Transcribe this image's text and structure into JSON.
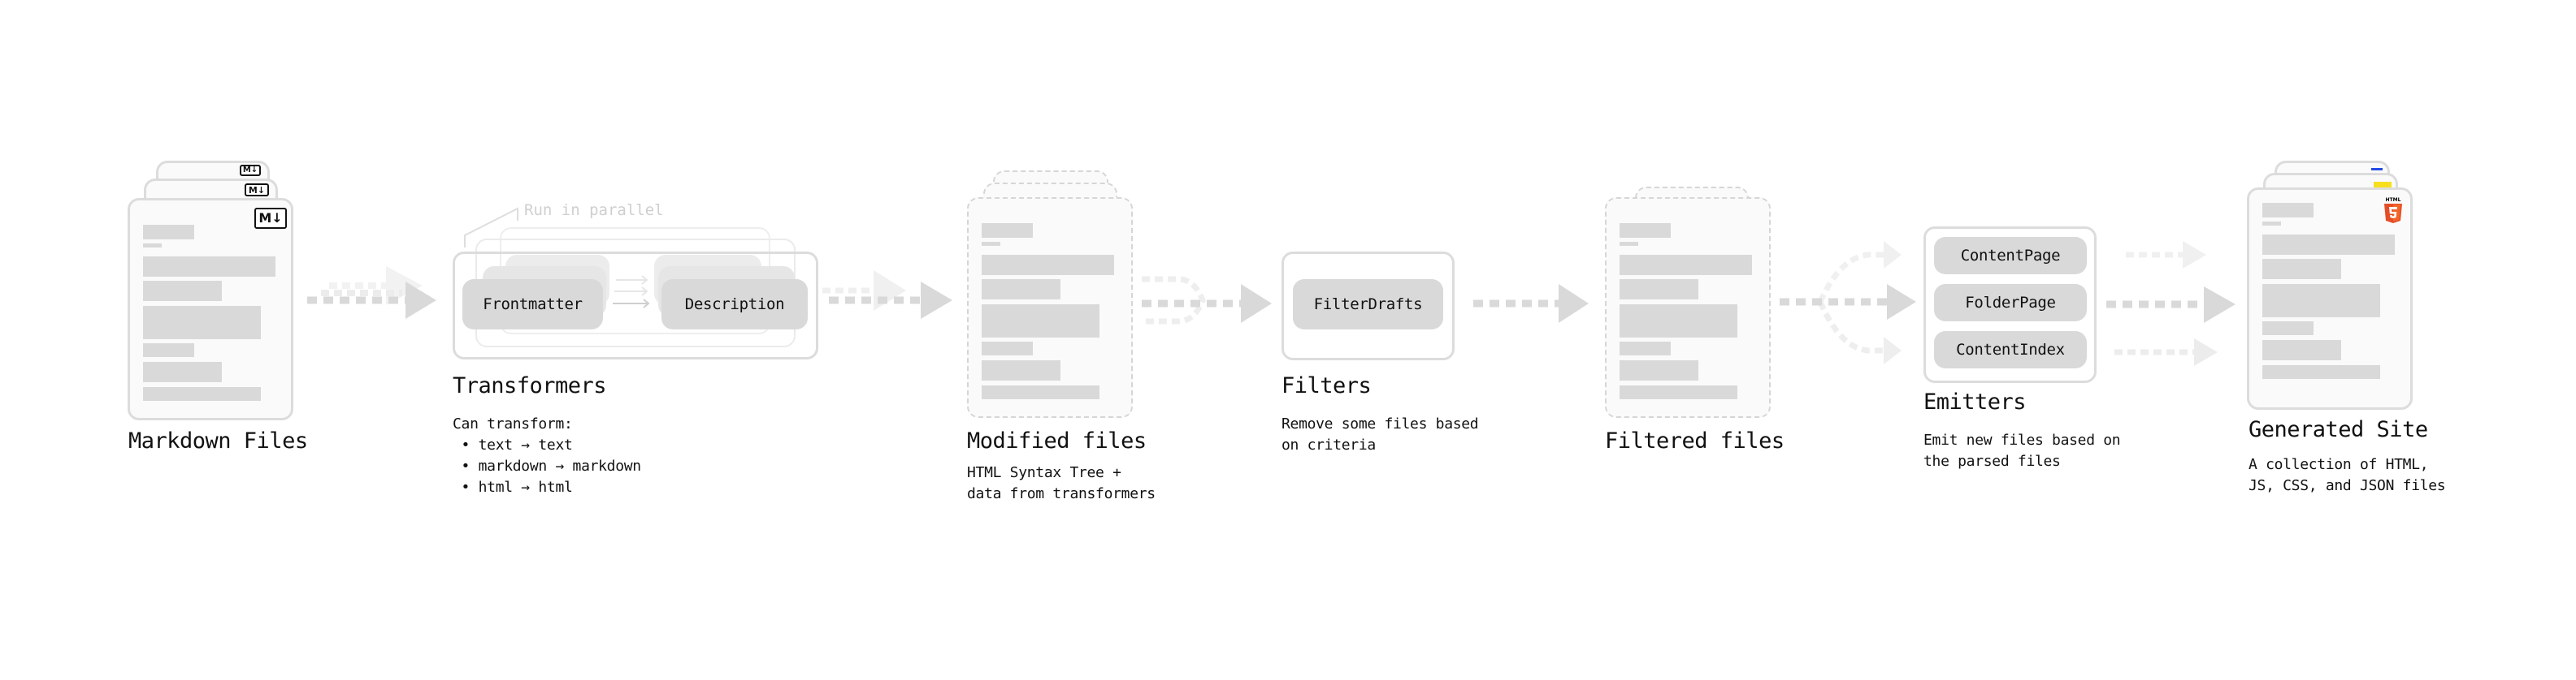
{
  "colors": {
    "arrow": "#d9d9d9",
    "arrow_faint": "#efefef",
    "bar": "#d9d9d9",
    "border": "#dcdcdc",
    "html5": "#e44d26",
    "js": "#f7df1e",
    "css": "#264de4"
  },
  "markdown": {
    "title": "Markdown Files",
    "icon": "M↓",
    "icon_name": "markdown-icon"
  },
  "transformers": {
    "title": "Transformers",
    "parallel_label": "Run in parallel",
    "plugins": [
      "Frontmatter",
      "Description"
    ],
    "desc_heading": "Can transform:",
    "bullets": [
      "text → text",
      "markdown → markdown",
      "html → html"
    ]
  },
  "modified": {
    "title": "Modified files",
    "desc": [
      "HTML Syntax Tree +",
      "data from transformers"
    ]
  },
  "filters": {
    "title": "Filters",
    "plugins": [
      "FilterDrafts"
    ],
    "desc": [
      "Remove some files based",
      "on criteria"
    ]
  },
  "filtered": {
    "title": "Filtered files"
  },
  "emitters": {
    "title": "Emitters",
    "plugins": [
      "ContentPage",
      "FolderPage",
      "ContentIndex"
    ],
    "desc": [
      "Emit new files based on",
      "the parsed files"
    ]
  },
  "generated": {
    "title": "Generated Site",
    "desc": [
      "A collection of HTML,",
      "JS, CSS, and JSON files"
    ],
    "icons": [
      "html5-icon",
      "js-icon",
      "css-icon"
    ]
  }
}
